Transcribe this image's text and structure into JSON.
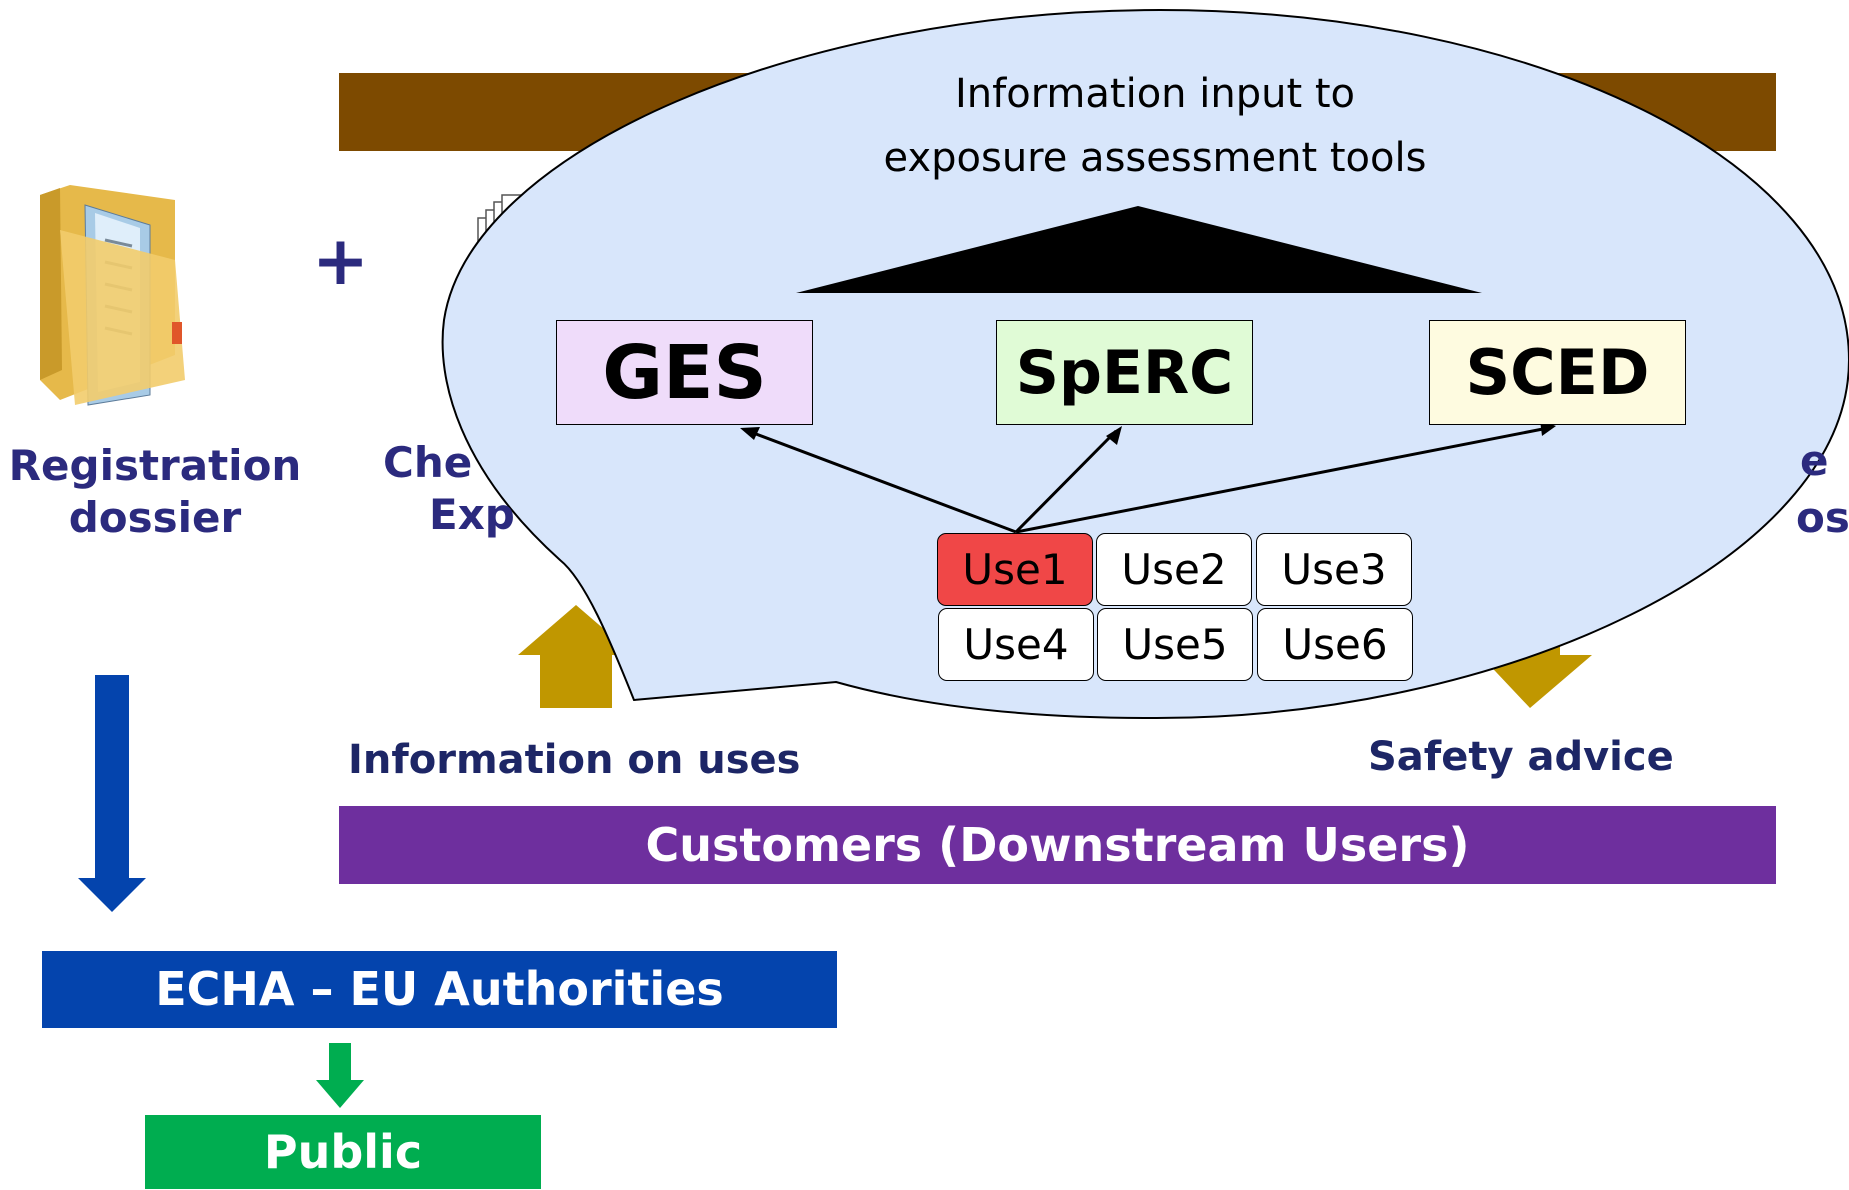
{
  "left_column": {
    "registration_label_line1": "Registration",
    "registration_label_line2": "dossier",
    "plus_sign": "+",
    "icon": "folder-icon"
  },
  "hidden_labels": {
    "chemical_safety_partial_line1": "Che",
    "chemical_safety_partial_line2": "Exp",
    "right_partial": "os",
    "right_partial_top": "e"
  },
  "callout": {
    "title_line1": "Information input to",
    "title_line2": "exposure assessment tools",
    "tools": [
      {
        "label": "GES",
        "color": "#efdcfa"
      },
      {
        "label": "SpERC",
        "color": "#e0fbd6"
      },
      {
        "label": "SCED",
        "color": "#fefbe0"
      }
    ],
    "uses": [
      "Use1",
      "Use2",
      "Use3",
      "Use4",
      "Use5",
      "Use6"
    ],
    "highlighted_use_color": "#f04747",
    "fill_color": "#d8e6fb"
  },
  "flows": {
    "information_on_uses": "Information on uses",
    "safety_advice": "Safety advice"
  },
  "bars": {
    "customers": "Customers (Downstream Users)",
    "echa": "ECHA – EU Authorities",
    "public": "Public"
  },
  "colors": {
    "brown_bar": "#7d4a00",
    "purple_bar": "#6e2f9e",
    "blue_bar": "#0444ad",
    "green_bar": "#00ad50",
    "gold_arrow": "#c09700",
    "blue_arrow": "#0444ad",
    "green_arrow": "#00ad50"
  }
}
